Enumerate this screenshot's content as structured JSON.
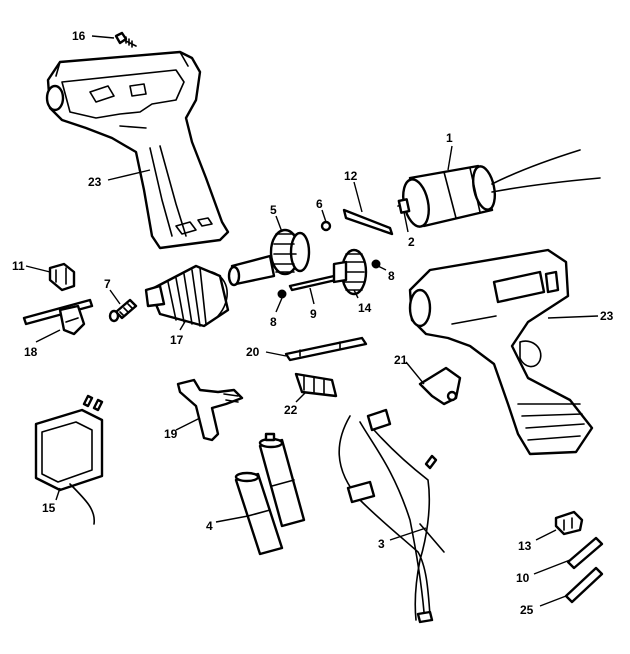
{
  "callouts": {
    "c1": "1",
    "c2": "2",
    "c3": "3",
    "c4": "4",
    "c5": "5",
    "c6": "6",
    "c7": "7",
    "c8a": "8",
    "c8b": "8",
    "c9": "9",
    "c10": "10",
    "c11": "11",
    "c12": "12",
    "c13": "13",
    "c14": "14",
    "c15": "15",
    "c16": "16",
    "c17": "17",
    "c18": "18",
    "c19": "19",
    "c20": "20",
    "c21": "21",
    "c22": "22",
    "c23a": "23",
    "c23b": "23",
    "c25": "25"
  },
  "colors": {
    "line": "#000000",
    "background": "#ffffff"
  }
}
